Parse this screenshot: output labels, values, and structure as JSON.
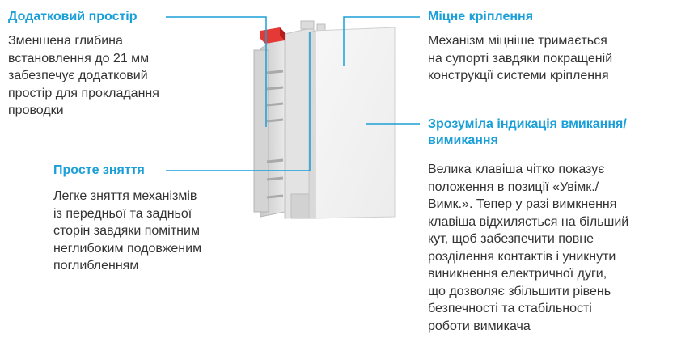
{
  "accent_color": "#1a9fd8",
  "features": {
    "extra_space": {
      "title": "Додатковий простір",
      "lines": [
        "Зменшена глибина",
        "встановлення до 21 мм",
        "забезпечує додатковий",
        "простір для прокладання",
        "проводки"
      ]
    },
    "easy_removal": {
      "title": "Просте зняття",
      "lines": [
        "Легке зняття механізмів",
        "із передньої та задньої",
        "сторін завдяки помітним",
        "неглибоким подовженим",
        "поглибленням"
      ]
    },
    "strong_mount": {
      "title": "Міцне кріплення",
      "lines": [
        "Механізм міцніше тримається",
        "на супорті завдяки покращеній",
        "конструкції системи кріплення"
      ]
    },
    "clear_indication": {
      "title_lines": [
        "Зрозуміла індикація вмикання/",
        "вимикання"
      ],
      "lines": [
        "Велика клавіша чітко показує",
        "положення в позиції «Увімк./",
        "Вимк.». Тепер у разі вимкнення",
        "клавіша відхиляється на більший",
        "кут, щоб забезпечити повне",
        "розділення контактів і уникнути",
        "виникнення електричної дуги,",
        "що дозволяє збільшити рівень",
        "безпечності та стабільності",
        "роботи вимикача"
      ]
    }
  }
}
